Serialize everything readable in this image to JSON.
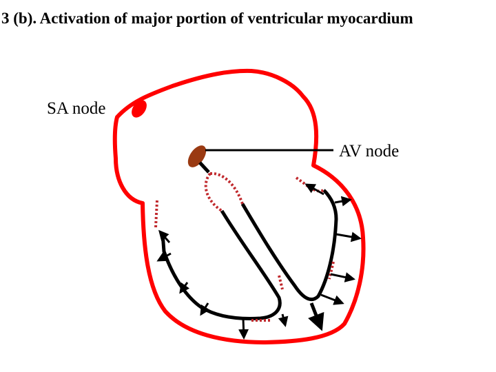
{
  "title": "3 (b). Activation of major portion of ventricular myocardium",
  "labels": {
    "sa_node": "SA node",
    "av_node": "AV node"
  },
  "colors": {
    "heart_outline": "#ff0000",
    "sa_node": "#ff0000",
    "av_node": "#9a3a12",
    "conduction_path": "#000000",
    "activation_front": "#c0282c"
  }
}
